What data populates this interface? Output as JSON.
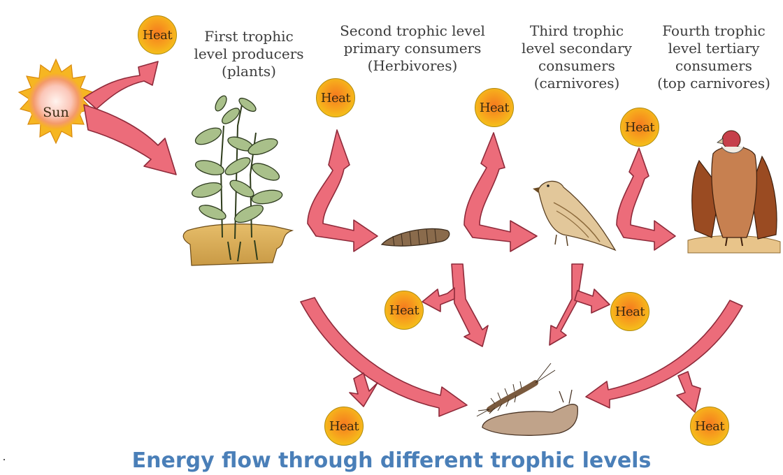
{
  "sun": {
    "label": "Sun"
  },
  "heat_label": "Heat",
  "levels": [
    {
      "lines": [
        "First trophic",
        "level producers",
        "(plants)"
      ]
    },
    {
      "lines": [
        "Second trophic level",
        "primary consumers",
        "(Herbivores)"
      ]
    },
    {
      "lines": [
        "Third trophic",
        "level  secondary",
        "consumers",
        "(carnivores)"
      ]
    },
    {
      "lines": [
        "Fourth trophic",
        "level tertiary",
        "consumers",
        "(top carnivores)"
      ]
    }
  ],
  "caption": "Energy flow through different trophic levels",
  "colors": {
    "arrow_fill": "#ec6c7a",
    "arrow_stroke": "#8e2a3a",
    "heat_orange": "#f57a1e",
    "heat_yellow": "#f4c51a",
    "caption": "#4a7fb8"
  }
}
